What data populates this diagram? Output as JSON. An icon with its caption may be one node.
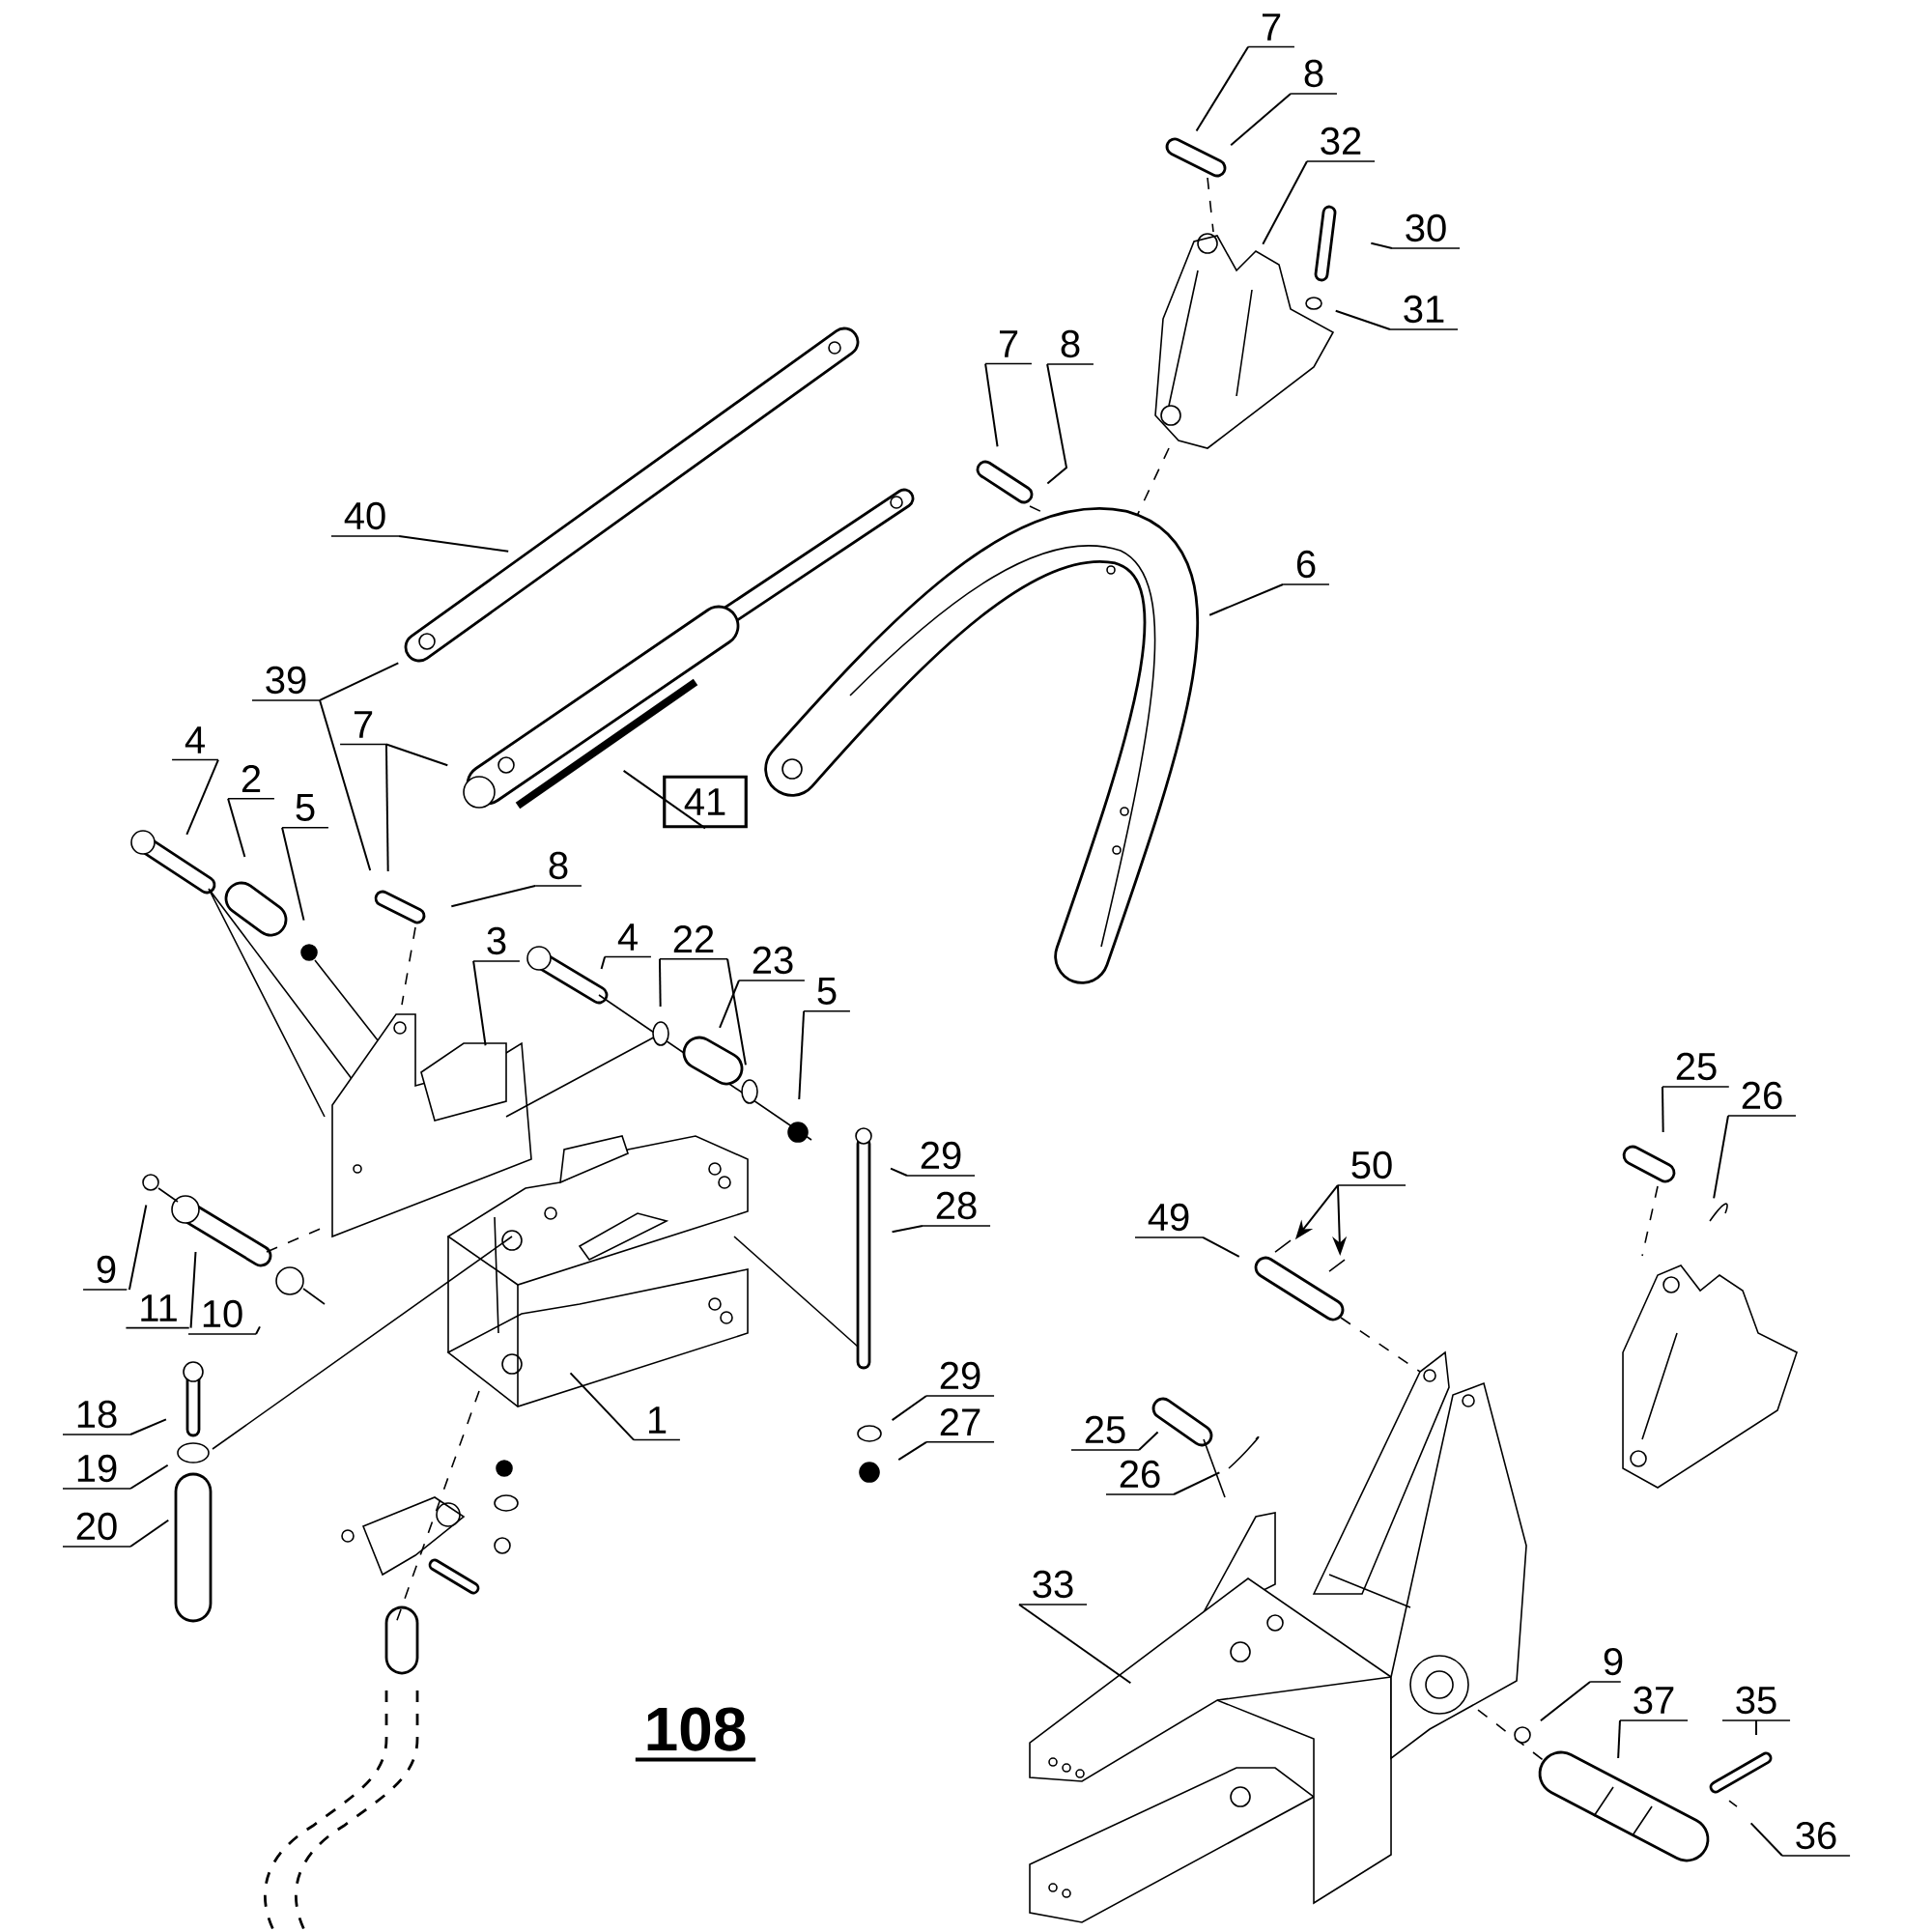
{
  "diagram": {
    "nodes": [
      {
        "text": [
          "7"
        ]
      },
      {
        "text": [
          "8"
        ]
      },
      {
        "text": [
          "32"
        ]
      },
      {
        "text": [
          "30"
        ]
      },
      {
        "text": [
          "31"
        ]
      },
      {
        "text": [
          "7"
        ]
      },
      {
        "text": [
          "8"
        ]
      },
      {
        "text": [
          "40"
        ]
      },
      {
        "text": [
          "6"
        ]
      },
      {
        "text": [
          "39"
        ]
      },
      {
        "text": [
          "7"
        ]
      },
      {
        "text": [
          "41"
        ]
      },
      {
        "text": [
          "4"
        ]
      },
      {
        "text": [
          "2"
        ]
      },
      {
        "text": [
          "5"
        ]
      },
      {
        "text": [
          "8"
        ]
      },
      {
        "text": [
          "3"
        ]
      },
      {
        "text": [
          "4"
        ]
      },
      {
        "text": [
          "22"
        ]
      },
      {
        "text": [
          "23"
        ]
      },
      {
        "text": [
          "5"
        ]
      },
      {
        "text": [
          "29"
        ]
      },
      {
        "text": [
          "28"
        ]
      },
      {
        "text": [
          "50"
        ]
      },
      {
        "text": [
          "49"
        ]
      },
      {
        "text": [
          "25"
        ]
      },
      {
        "text": [
          "26"
        ]
      },
      {
        "text": [
          "9"
        ]
      },
      {
        "text": [
          "11"
        ]
      },
      {
        "text": [
          "10"
        ]
      },
      {
        "text": [
          "29"
        ]
      },
      {
        "text": [
          "1"
        ]
      },
      {
        "text": [
          "18"
        ]
      },
      {
        "text": [
          "27"
        ]
      },
      {
        "text": [
          "25"
        ]
      },
      {
        "text": [
          "19"
        ]
      },
      {
        "text": [
          "26"
        ]
      },
      {
        "text": [
          "20"
        ]
      },
      {
        "text": [
          "33"
        ]
      },
      {
        "text": [
          "9"
        ]
      },
      {
        "text": [
          "37"
        ]
      },
      {
        "text": [
          "35"
        ]
      },
      {
        "text": [
          "36"
        ]
      }
    ],
    "edges": [
      {
        "from": 0,
        "to": null,
        "arrow": "none"
      },
      {
        "from": 1,
        "to": null,
        "arrow": "none"
      },
      {
        "from": 2,
        "to": null,
        "arrow": "none"
      },
      {
        "from": 3,
        "to": null,
        "arrow": "none"
      },
      {
        "from": 4,
        "to": null,
        "arrow": "none"
      },
      {
        "from": 5,
        "to": null,
        "arrow": "none"
      },
      {
        "from": 6,
        "to": null,
        "arrow": "none"
      },
      {
        "from": 7,
        "to": null,
        "arrow": "none"
      },
      {
        "from": 8,
        "to": null,
        "arrow": "none"
      },
      {
        "from": 9,
        "to": null,
        "arrow": "none"
      },
      {
        "from": 9,
        "to": null,
        "arrow": "none"
      },
      {
        "from": 10,
        "to": null,
        "arrow": "none"
      },
      {
        "from": 10,
        "to": null,
        "arrow": "none"
      },
      {
        "from": 11,
        "to": null,
        "arrow": "none"
      },
      {
        "from": 12,
        "to": null,
        "arrow": "none"
      },
      {
        "from": 13,
        "to": null,
        "arrow": "none"
      },
      {
        "from": 14,
        "to": null,
        "arrow": "none"
      },
      {
        "from": 15,
        "to": null,
        "arrow": "none"
      },
      {
        "from": 16,
        "to": null,
        "arrow": "none"
      },
      {
        "from": 17,
        "to": null,
        "arrow": "none"
      },
      {
        "from": 18,
        "to": null,
        "arrow": "none"
      },
      {
        "from": 18,
        "to": null,
        "arrow": "none"
      },
      {
        "from": 19,
        "to": null,
        "arrow": "none"
      },
      {
        "from": 20,
        "to": null,
        "arrow": "none"
      },
      {
        "from": 21,
        "to": null,
        "arrow": "none"
      },
      {
        "from": 22,
        "to": null,
        "arrow": "none"
      },
      {
        "from": 23,
        "to": null,
        "arrow": "to"
      },
      {
        "from": 23,
        "to": null,
        "arrow": "to"
      },
      {
        "from": 24,
        "to": null,
        "arrow": "none"
      },
      {
        "from": 25,
        "to": null,
        "arrow": "none"
      },
      {
        "from": 26,
        "to": null,
        "arrow": "none"
      },
      {
        "from": 27,
        "to": null,
        "arrow": "none"
      },
      {
        "from": 28,
        "to": null,
        "arrow": "none"
      },
      {
        "from": 29,
        "to": null,
        "arrow": "none"
      },
      {
        "from": 30,
        "to": null,
        "arrow": "none"
      },
      {
        "from": 31,
        "to": null,
        "arrow": "none"
      },
      {
        "from": 32,
        "to": null,
        "arrow": "none"
      },
      {
        "from": 33,
        "to": null,
        "arrow": "none"
      },
      {
        "from": 34,
        "to": null,
        "arrow": "none"
      },
      {
        "from": 35,
        "to": null,
        "arrow": "none"
      },
      {
        "from": 36,
        "to": null,
        "arrow": "none"
      },
      {
        "from": 37,
        "to": null,
        "arrow": "none"
      },
      {
        "from": 38,
        "to": null,
        "arrow": "none"
      },
      {
        "from": 39,
        "to": null,
        "arrow": "none"
      },
      {
        "from": 40,
        "to": null,
        "arrow": "none"
      },
      {
        "from": 41,
        "to": null,
        "arrow": "none"
      },
      {
        "from": 42,
        "to": null,
        "arrow": "none"
      }
    ],
    "labels": [
      "108"
    ]
  }
}
